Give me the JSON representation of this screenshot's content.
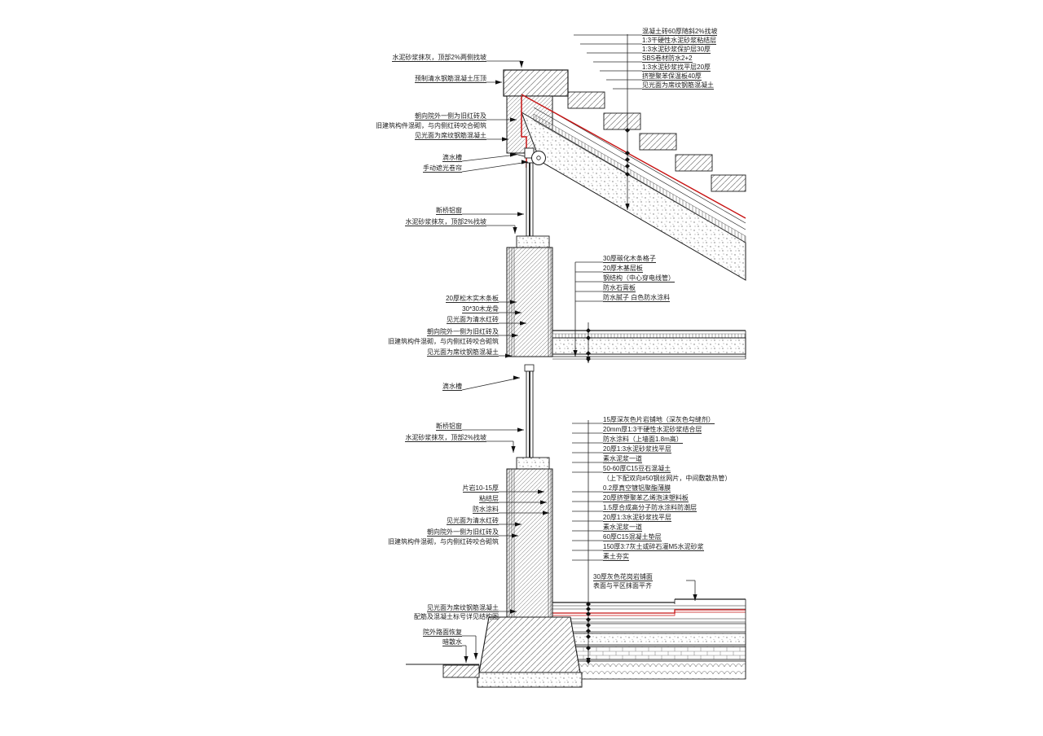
{
  "colors": {
    "line": "#1a1a1a",
    "waterproof_red": "#c81414",
    "hatch": "#777777",
    "paper": "#ffffff"
  },
  "labels": {
    "top_left": [
      "水泥砂浆抹灰，顶部2%两侧找坡",
      "预制清水钢筋混凝土压顶",
      "朝向院外一侧为旧红砖及",
      "旧建筑构件混砌，与内侧红砖咬合砌筑",
      "见光面为席纹钢筋混凝土"
    ],
    "roof": [
      "混凝土砖60厚随斜2%找坡",
      "1:3干硬性水泥砂浆粘结层",
      "1:3水泥砂浆保护层30厚",
      "SBS卷材防水2+2",
      "1:3水泥砂浆找平层20厚",
      "挤塑聚苯保温板40厚",
      "见光面为席纹钢筋混凝土"
    ],
    "eave": [
      "滴水槽",
      "手动遮光卷帘"
    ],
    "upper_window": [
      "断桥铝窗",
      "水泥砂浆抹灰，顶部2%找坡"
    ],
    "mid_right": [
      "30厚碳化木条格子",
      "20厚木基层板",
      "钢结构（中心穿电线管）",
      "防水石膏板",
      "防水腻子 白色防水涂料"
    ],
    "mid_left": [
      "20厚松木实木条板",
      "30*30木龙骨",
      "见光面为清水红砖",
      "朝向院外一侧为旧红砖及",
      "旧建筑构件混砌，与内侧红砖咬合砌筑",
      "见光面为席纹钢筋混凝土"
    ],
    "drip2": [
      "滴水槽"
    ],
    "lower_window": [
      "断桥铝窗",
      "水泥砂浆抹灰，顶部2%找坡"
    ],
    "floor": [
      "15厚深灰色片岩铺地（深灰色勾缝剂）",
      "20mm厚1:3干硬性水泥砂浆结合层",
      "防水涂料（上墙面1.8m高）",
      "20厚1:3水泥砂浆找平层",
      "素水泥浆一道",
      "50-60厚C15豆石混凝土",
      "（上下配双向#50钢丝网片，中间敷散热管）",
      "0.2厚真空镀铝聚酯薄膜",
      "20厚挤塑聚苯乙烯泡沫塑料板",
      "1.5厚合成高分子防水涂料防潮层",
      "20厚1:3水泥砂浆找平层",
      "素水泥浆一道",
      "60厚C15混凝土垫层",
      "150厚3:7灰土或碎石灌M5水泥砂浆",
      "素土夯实"
    ],
    "terrace": [
      "30厚灰色花岗岩铺面",
      "表面与平区抹面平齐"
    ],
    "wall_base": [
      "片岩10-15厚",
      "粘结层",
      "防水涂料",
      "见光面为清水红砖",
      "朝向院外一侧为旧红砖及",
      "旧建筑构件混砌，与内侧红砖咬合砌筑"
    ],
    "foundation": [
      "见光面为席纹钢筋混凝土",
      "配筋及混凝土标号详见结构图"
    ],
    "exterior": [
      "院外路面恢复",
      "暗散水"
    ]
  }
}
